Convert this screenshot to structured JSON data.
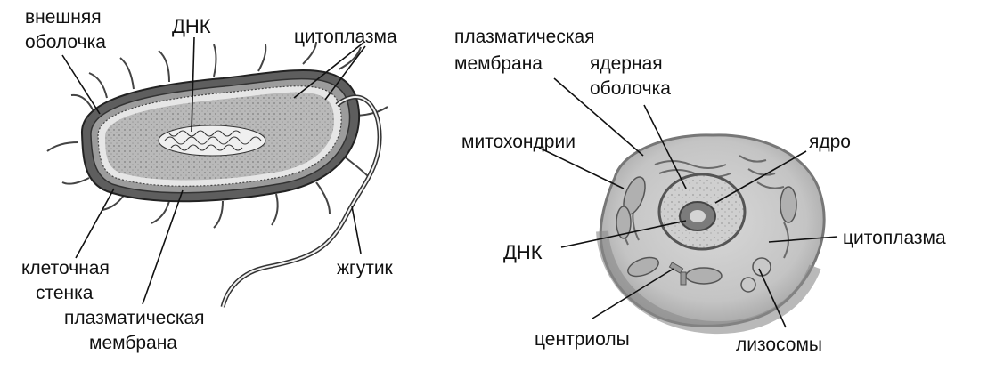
{
  "bacterium": {
    "labels": {
      "outer_membrane_1": "внешняя",
      "outer_membrane_2": "оболочка",
      "dna": "ДНК",
      "cytoplasm": "цитоплазма",
      "cell_wall_1": "клеточная",
      "cell_wall_2": "стенка",
      "plasma_membrane_1": "плазматическая",
      "plasma_membrane_2": "мембрана",
      "flagellum": "жгутик"
    }
  },
  "animal_cell": {
    "labels": {
      "plasma_membrane_1": "плазматическая",
      "plasma_membrane_2": "мембрана",
      "nuclear_envelope_1": "ядерная",
      "nuclear_envelope_2": "оболочка",
      "mitochondria": "митохондрии",
      "nucleus": "ядро",
      "dna": "ДНК",
      "cytoplasm": "цитоплазма",
      "centrioles": "центриолы",
      "lysosomes": "лизосомы"
    }
  }
}
